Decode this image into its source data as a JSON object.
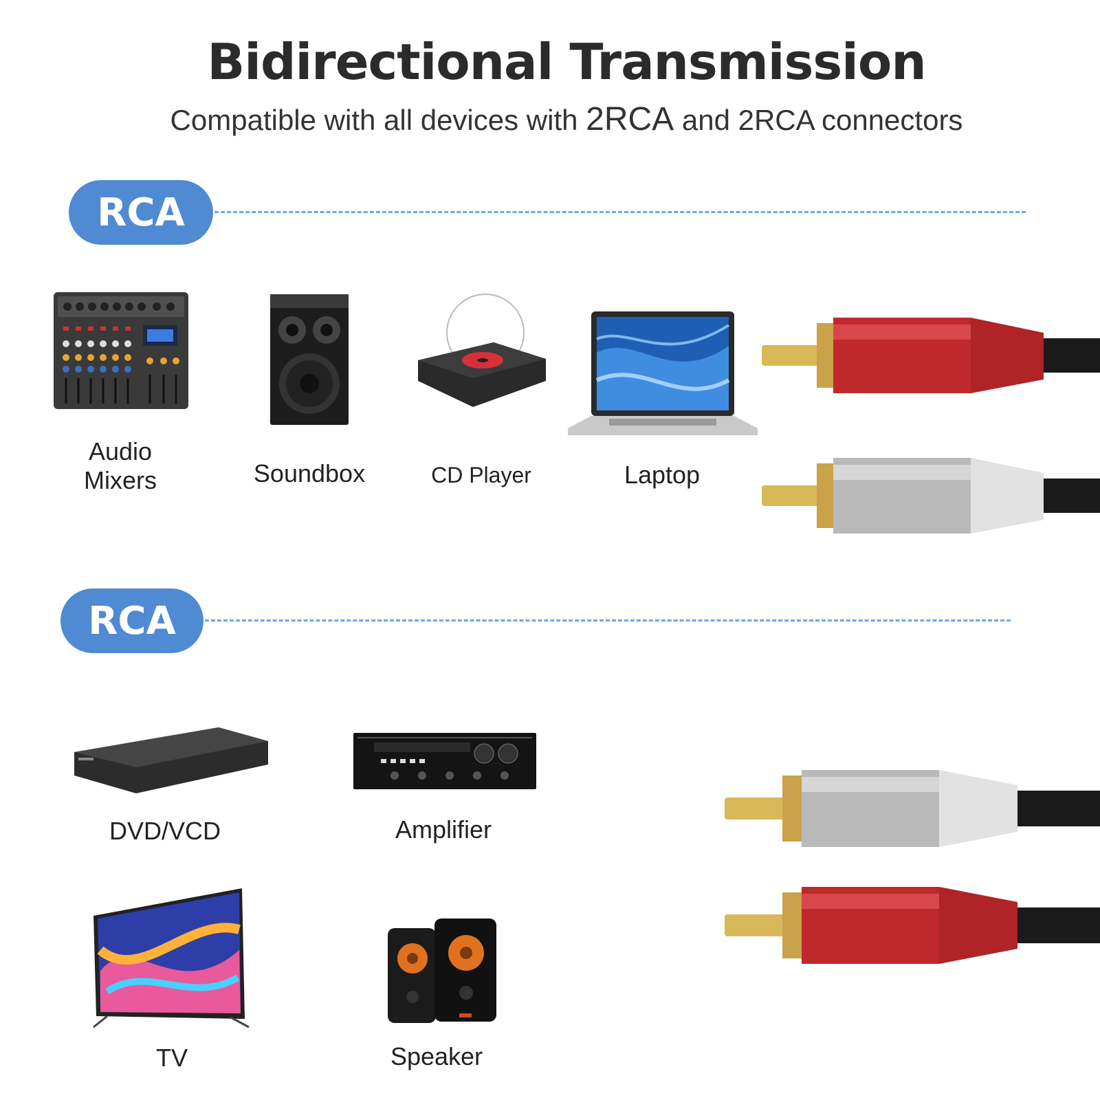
{
  "header": {
    "title": "Bidirectional Transmission",
    "subtitle_pre": "Compatible with all devices with ",
    "subtitle_mid": "2RCA",
    "subtitle_post": " and 2RCA connectors"
  },
  "sections": [
    {
      "badge": "RCA",
      "devices": [
        {
          "name": "Audio",
          "name2": "Mixers",
          "icon": "audio-mixer-icon"
        },
        {
          "name": "Soundbox",
          "icon": "soundbox-icon"
        },
        {
          "name": "CD Player",
          "icon": "cd-player-icon"
        },
        {
          "name": "Laptop",
          "icon": "laptop-icon"
        }
      ]
    },
    {
      "badge": "RCA",
      "devices": [
        {
          "name": "DVD/VCD",
          "icon": "dvd-player-icon"
        },
        {
          "name": "Amplifier",
          "icon": "amplifier-icon"
        },
        {
          "name": "TV",
          "icon": "tv-icon"
        },
        {
          "name": "Speaker",
          "icon": "speaker-icon"
        }
      ]
    }
  ],
  "colors": {
    "badge": "#4f8ad2",
    "dash": "#6aa8e4",
    "plug_red": "#c0292c",
    "plug_white": "#d8d8d8",
    "gold": "#d9b85a"
  }
}
